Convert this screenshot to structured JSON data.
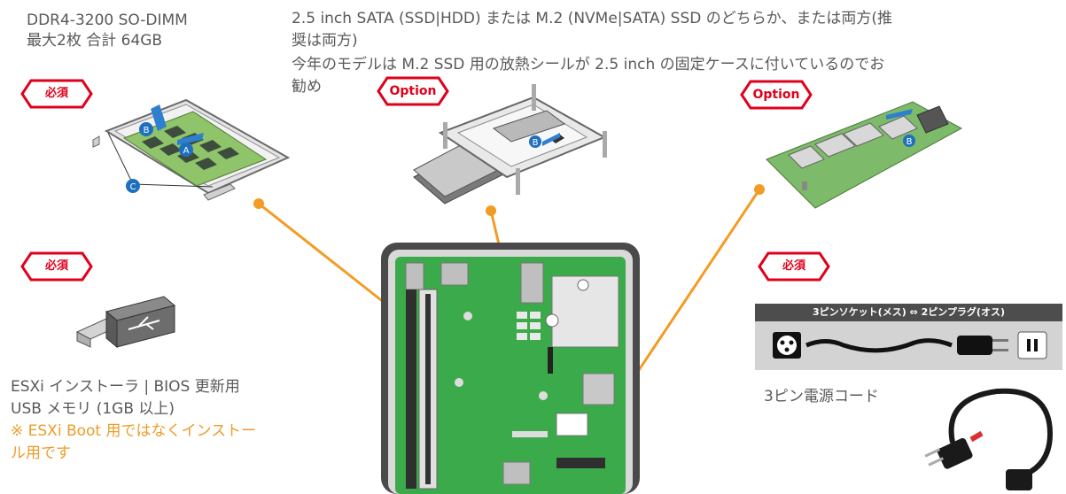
{
  "memory": {
    "spec_line1": "DDR4-3200 SO-DIMM",
    "spec_line2": "最大2枚 合計 64GB",
    "badge": "必須",
    "labels": {
      "a": "A",
      "b": "B",
      "c": "C"
    }
  },
  "storage": {
    "line1": "2.5 inch SATA (SSD|HDD) または M.2 (NVMe|SATA) SSD のどちらか、または両方(推",
    "line2": "奨は両方)",
    "line3": "今年のモデルは M.2 SSD 用の放熱シールが 2.5 inch の固定ケースに付いているのでお",
    "line4": "勧め",
    "sata_badge": "Option",
    "m2_badge": "Option",
    "label_b": "B"
  },
  "usb": {
    "badge": "必須",
    "line1": "ESXi インストーラ | BIOS 更新用",
    "line2": "USB メモリ (1GB 以上)",
    "note1": "※ ESXi Boot 用ではなくインストー",
    "note2": "ル用です"
  },
  "power": {
    "badge": "必須",
    "cable_header": "3ピンソケット(メス) ⇔ 2ピンプラグ(オス)",
    "label": "3ピン電源コード"
  },
  "colors": {
    "badge_red": "#E0001B",
    "callout_orange": "#F39C25",
    "note_orange": "#ED9C28",
    "label_blue": "#1F6FBF",
    "board_green": "#3BAA4A"
  }
}
